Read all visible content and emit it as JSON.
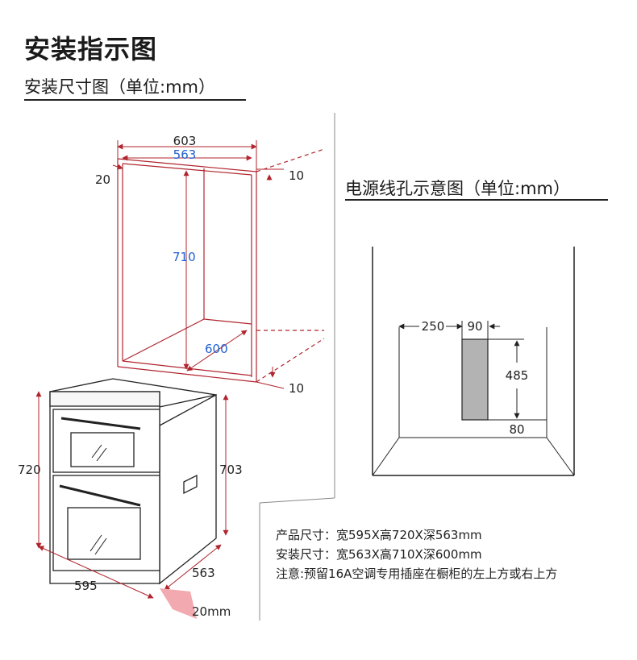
{
  "header": {
    "title": "安装指示图",
    "subtitle": "安装尺寸图（单位:mm）"
  },
  "cabinet_dims": {
    "outer_width": "603",
    "inner_width": "563",
    "top_offset_left": "20",
    "top_offset_right": "10",
    "height": "710",
    "depth": "600",
    "bottom_offset": "10"
  },
  "oven_dims": {
    "height_total": "720",
    "height_side": "703",
    "width": "595",
    "depth": "563",
    "gap": "20mm"
  },
  "power_hole": {
    "title": "电源线孔示意图（单位:mm）",
    "offset": "250",
    "width": "90",
    "height": "485",
    "bottom": "80"
  },
  "specs": {
    "product_size": "产品尺寸：宽595X高720X深563mm",
    "install_size": "安装尺寸：宽563X高710X深600mm",
    "note": "注意:预留16A空调专用插座在橱柜的左上方或右上方"
  },
  "colors": {
    "cabinet": "#b0252e",
    "accent_blue": "#1f5fd0",
    "highlight_pink": "#f2a9b0"
  }
}
